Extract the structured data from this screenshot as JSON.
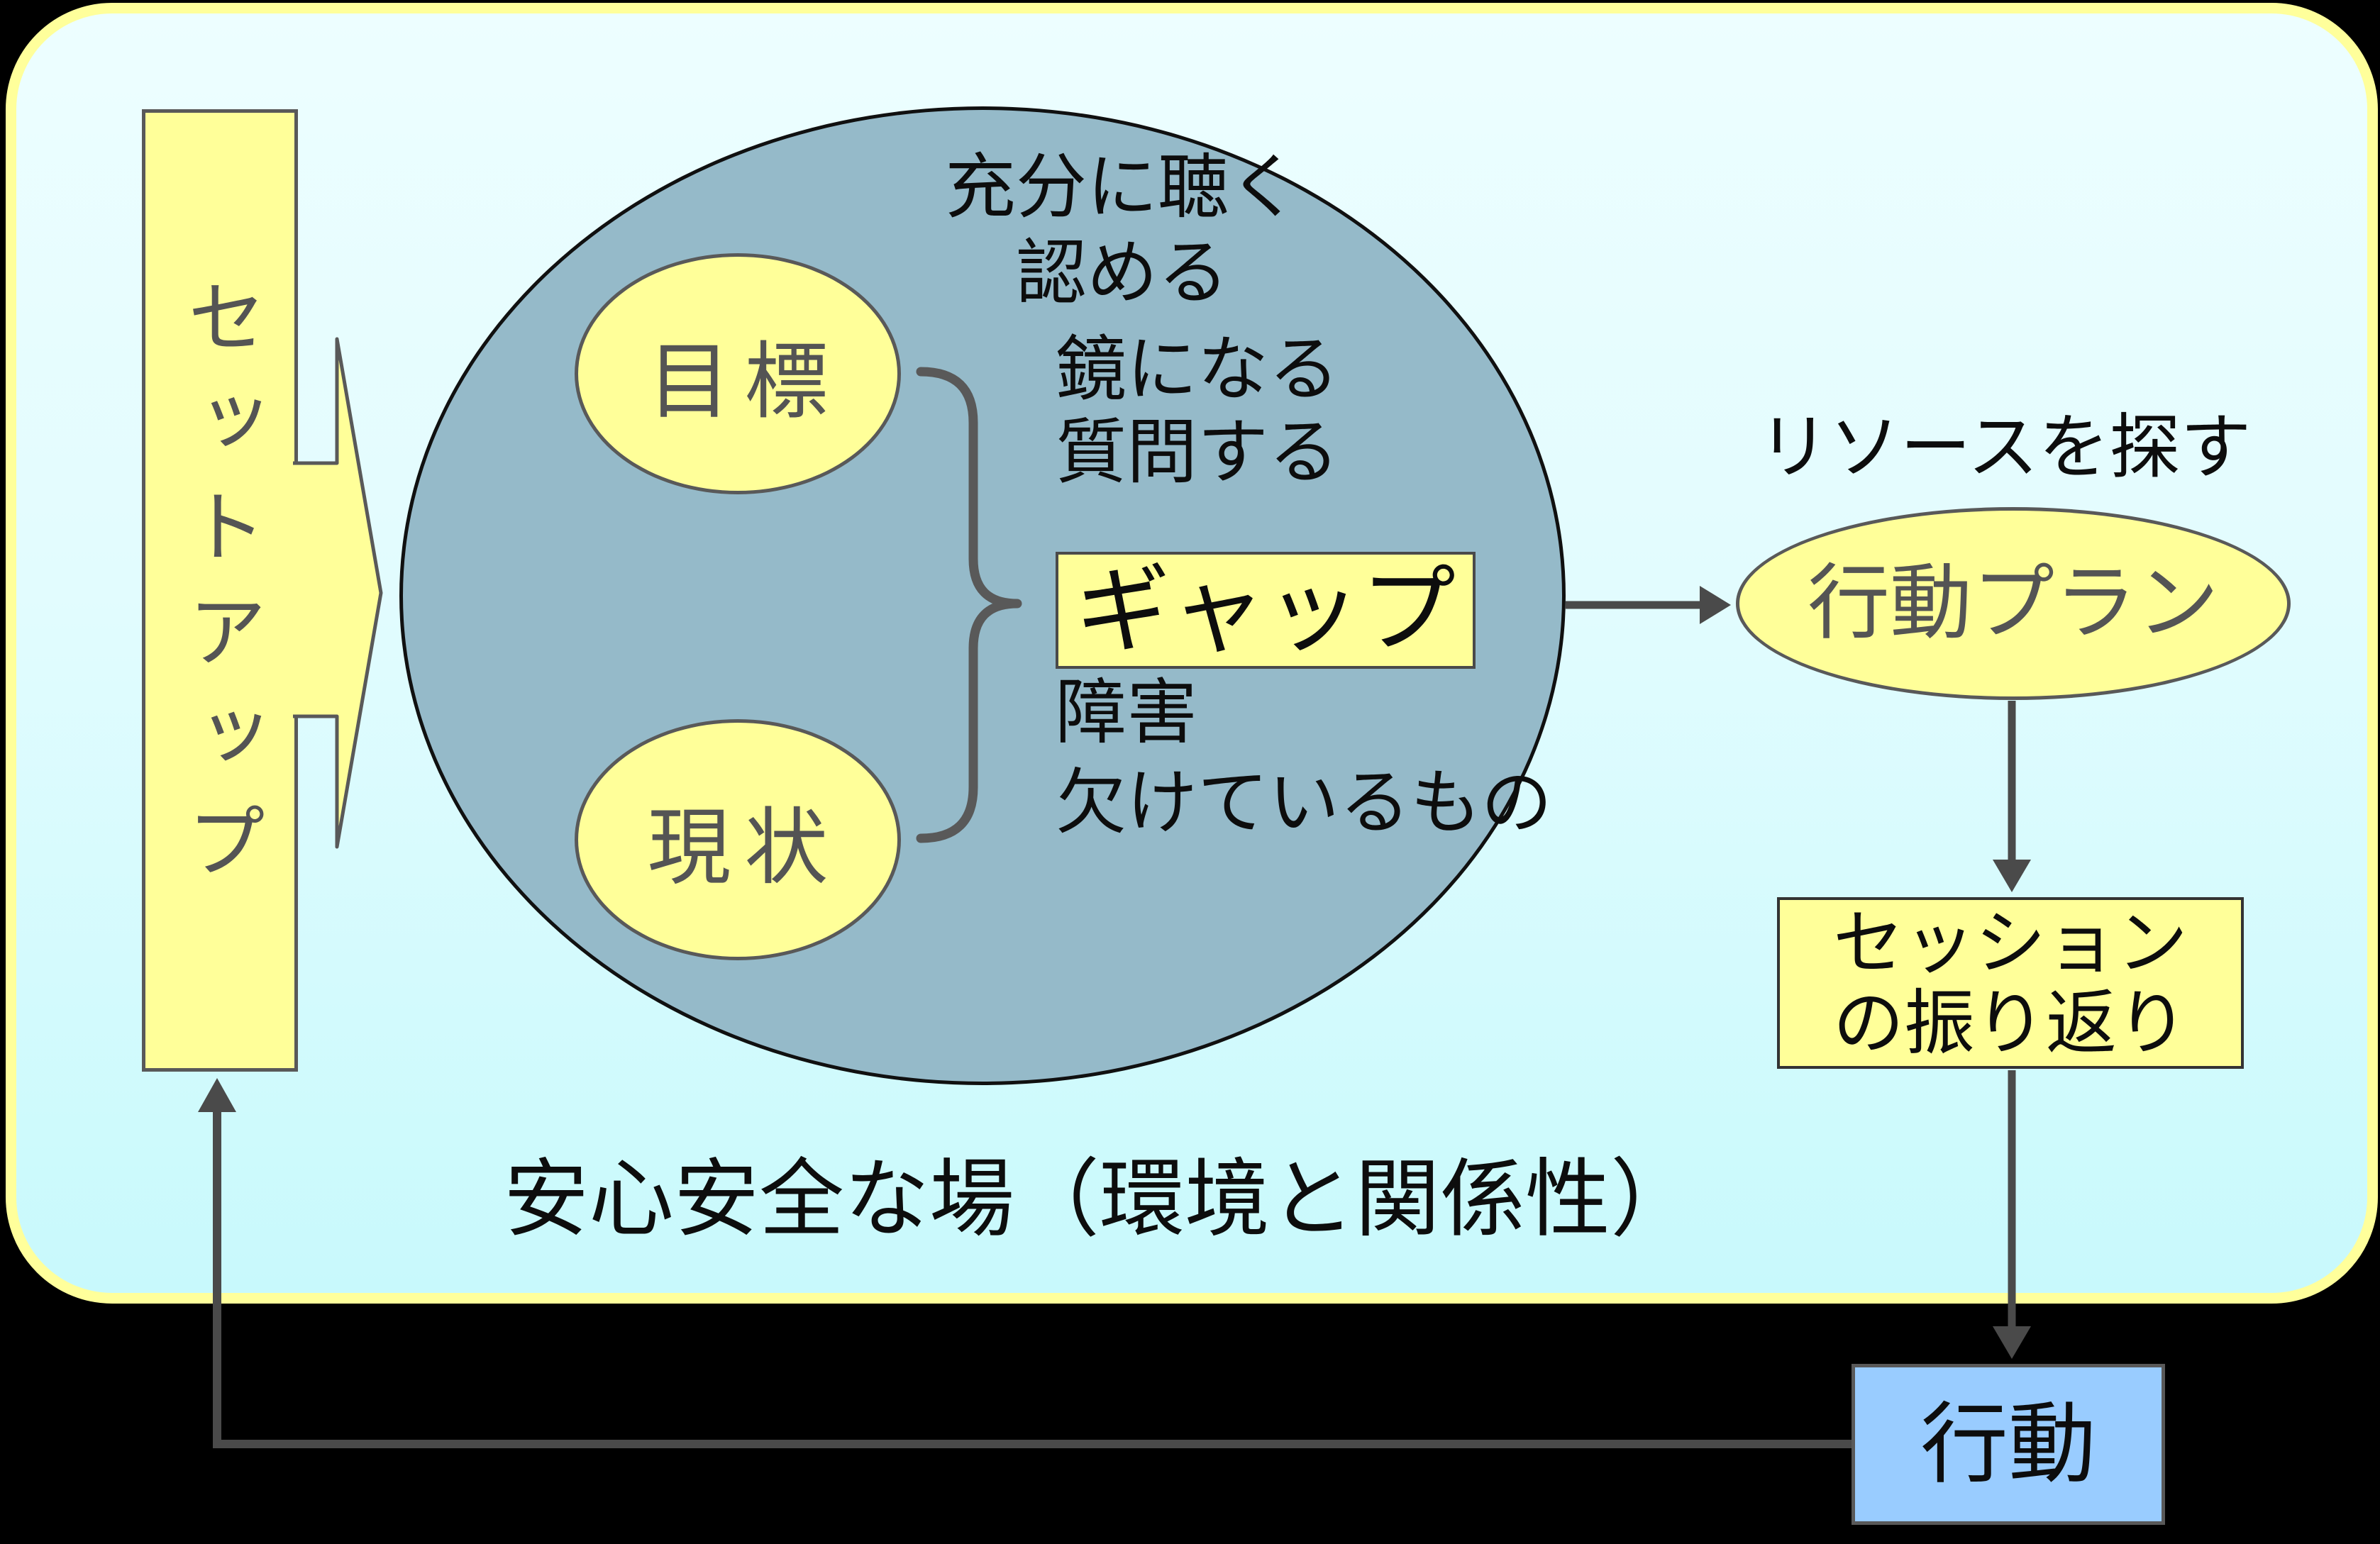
{
  "palette": {
    "page_bg": "#000000",
    "frame_border": "#ffff9b",
    "frame_fill_top": "#edfeff",
    "frame_fill_bottom": "#c8f9fc",
    "yellow_shape_fill": "#ffff99",
    "session_ellipse_fill": "#95bac9",
    "action_box_fill": "#99ccff",
    "shape_stroke_gray": "#595959",
    "connector_gray": "#4a4a4a",
    "text_black": "#0d0d0d",
    "text_gray": "#545454"
  },
  "setup": {
    "label": "セットアップ"
  },
  "session_space": {
    "listen_note_line1": "充分に聴く",
    "listen_note_line2": "認める",
    "mirror_note_line1": "鏡になる",
    "mirror_note_line2": "質問する",
    "goal_label": "目標",
    "current_label": "現状",
    "gap_label": "ギャップ",
    "obstacle_note_line1": "障害",
    "obstacle_note_line2": "欠けているもの"
  },
  "plan_flow": {
    "resource_note": "リソースを探す",
    "action_plan_label": "行動プラン",
    "session_review_line1": "セッション",
    "session_review_line2": "の振り返り",
    "action_label": "行動"
  },
  "footer": {
    "safe_space_note": "安心安全な場（環境と関係性）"
  }
}
